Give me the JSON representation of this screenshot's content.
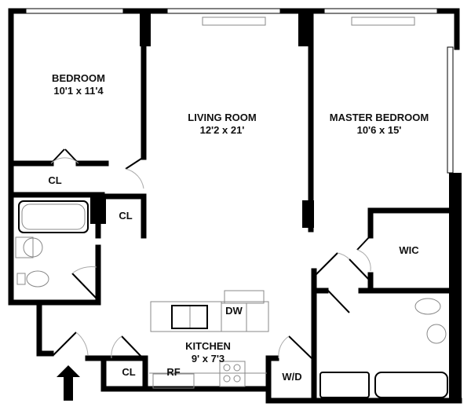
{
  "rooms": {
    "bedroom": {
      "name": "BEDROOM",
      "size": "10'1 x 11'4"
    },
    "living_room": {
      "name": "LIVING ROOM",
      "size": "12'2 x 21'"
    },
    "master_bedroom": {
      "name": "MASTER BEDROOM",
      "size": "10'6 x 15'"
    },
    "kitchen": {
      "name": "KITCHEN",
      "size": "9' x 7'3"
    }
  },
  "labels": {
    "closet_bedroom": "CL",
    "closet_hall": "CL",
    "closet_kitchen": "CL",
    "wic": "WIC",
    "dishwasher": "DW",
    "refrigerator": "RF",
    "washer_dryer": "W/D"
  }
}
